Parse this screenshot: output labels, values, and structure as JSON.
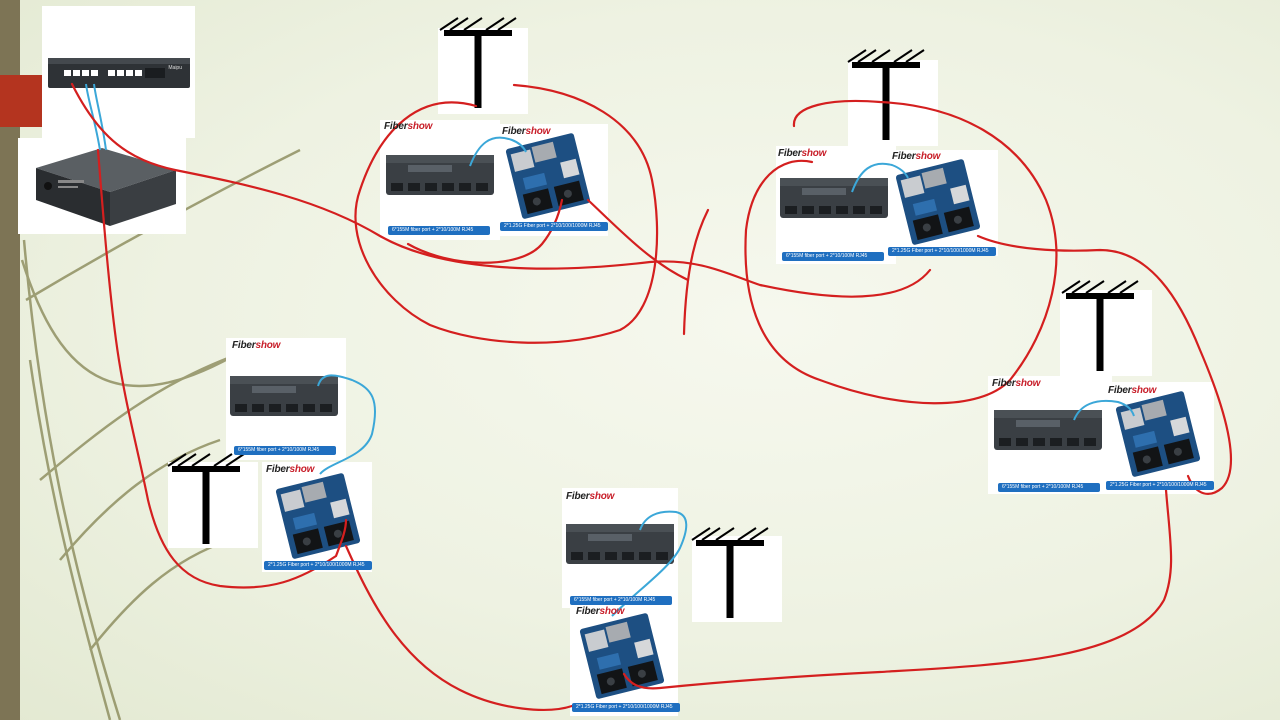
{
  "slide": {
    "colors": {
      "background": "#eef2e2",
      "left_bar": "#7d7455",
      "accent": "#b4341f",
      "fiber_line": "#d41f1f",
      "patch_cable": "#3ba7d8",
      "caption_bg": "#1f6fc0"
    }
  },
  "devices": {
    "core_switch": {
      "icon": "rack-switch-icon",
      "brand": "Maipu"
    },
    "core_converter": {
      "icon": "media-converter-icon"
    }
  },
  "sites": [
    {
      "brand_a": "Fiber",
      "brand_b": "show",
      "board_brand_a": "Fiber",
      "board_brand_b": "show",
      "switch_caption": "6*155M fiber port + 2*10/100M RJ45",
      "board_caption": "2*1.25G Fiber port + 2*10/100/1000M RJ45"
    },
    {
      "brand_a": "Fiber",
      "brand_b": "show",
      "board_brand_a": "Fiber",
      "board_brand_b": "show",
      "switch_caption": "6*155M fiber port + 2*10/100M RJ45",
      "board_caption": "2*1.25G Fiber port + 2*10/100/1000M RJ45"
    },
    {
      "brand_a": "Fiber",
      "brand_b": "show",
      "board_brand_a": "Fiber",
      "board_brand_b": "show",
      "switch_caption": "6*155M fiber port + 2*10/100M RJ45",
      "board_caption": "2*1.25G Fiber port + 2*10/100/1000M RJ45"
    },
    {
      "brand_a": "Fiber",
      "brand_b": "show",
      "board_brand_a": "Fiber",
      "board_brand_b": "show",
      "switch_caption": "6*155M fiber port + 2*10/100M RJ45",
      "board_caption": "2*1.25G Fiber port + 2*10/100/1000M RJ45"
    },
    {
      "brand_a": "Fiber",
      "brand_b": "show",
      "board_brand_a": "Fiber",
      "board_brand_b": "show",
      "switch_caption": "6*155M fiber port + 2*10/100M RJ45",
      "board_caption": "2*1.25G Fiber port + 2*10/100/1000M RJ45"
    }
  ]
}
